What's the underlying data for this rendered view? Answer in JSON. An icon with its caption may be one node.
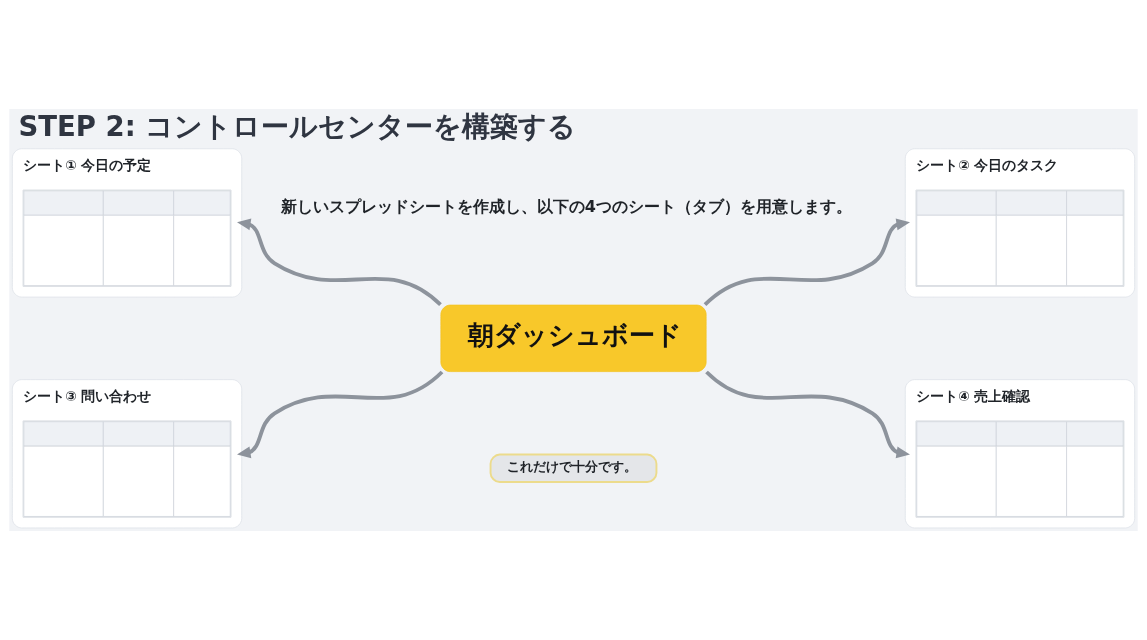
{
  "diagram": {
    "title": "STEP 2: コントロールセンターを構築する",
    "nodes": [
      {
        "text": [
          "シート① 今日の予定"
        ]
      },
      {
        "text": [
          "シート② 今日のタスク"
        ]
      },
      {
        "text": [
          "朝ダッシュボード"
        ]
      },
      {
        "text": [
          "シート③ 問い合わせ"
        ]
      },
      {
        "text": [
          "シート④ 売上確認"
        ]
      },
      {
        "text": [
          "これだけで十分です。"
        ]
      }
    ],
    "edges": [
      {
        "from": 2,
        "to": 0,
        "arrow": "to"
      },
      {
        "from": 2,
        "to": 1,
        "arrow": "to"
      },
      {
        "from": 2,
        "to": 3,
        "arrow": "to"
      },
      {
        "from": 2,
        "to": 4,
        "arrow": "to"
      }
    ],
    "labels": [
      "新しいスプレッドシートを作成し、以下の4つのシート（タブ）を用意します。"
    ]
  }
}
